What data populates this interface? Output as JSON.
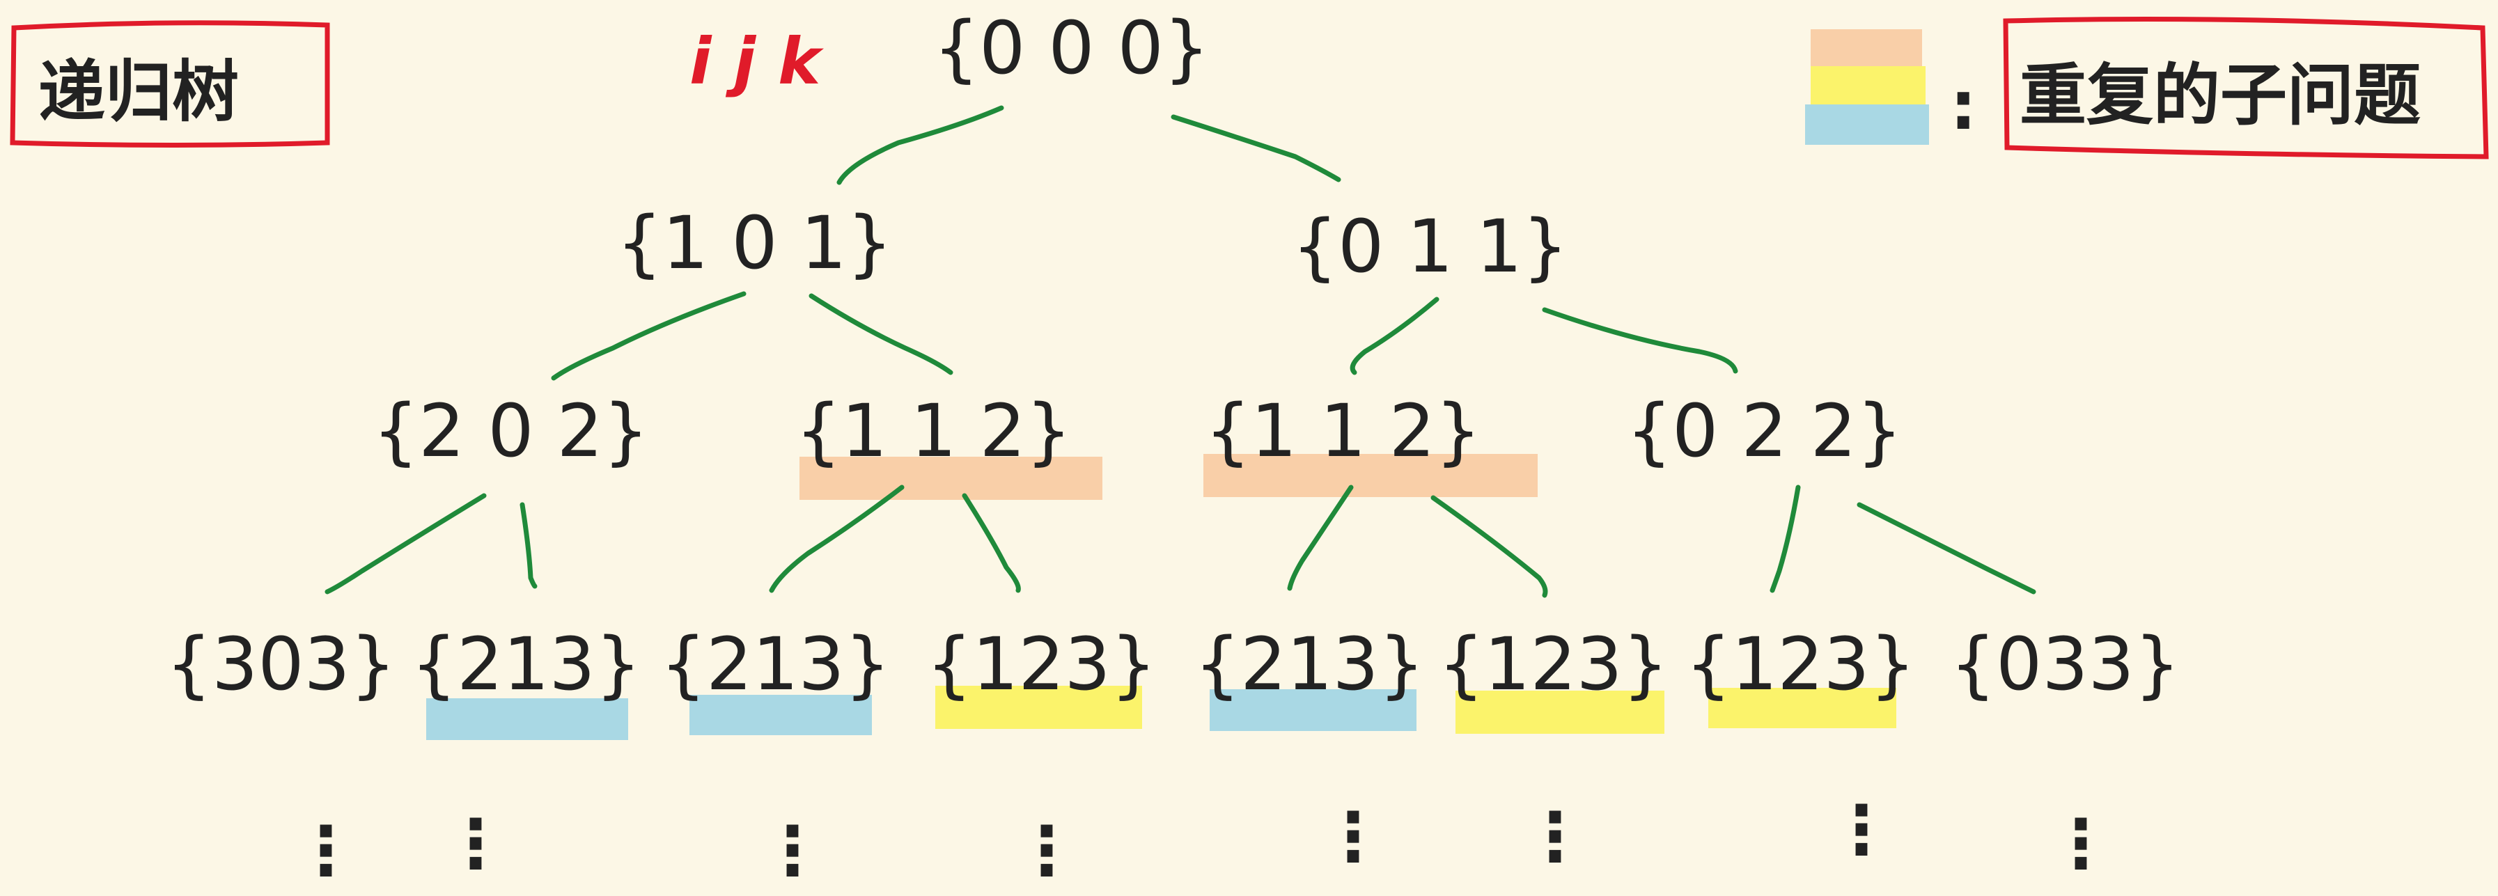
{
  "title": "递归树",
  "header_label": {
    "ijk": "i j k"
  },
  "legend": {
    "separator": ":",
    "label": "重复的子问题",
    "swatches": [
      "#f9cfa8",
      "#fbf36b",
      "#a9d8e4"
    ]
  },
  "colors": {
    "background": "#fcf7e6",
    "edge": "#1f8a3a",
    "box": "#e01b2a",
    "ijk": "#e01b2a",
    "text": "#222222"
  },
  "tree": {
    "root": "{0 0 0}",
    "level1": [
      "{1 0 1}",
      "{0 1 1}"
    ],
    "level2": [
      "{2 0 2}",
      "{1 1 2}",
      "{1 1 2}",
      "{0 2 2}"
    ],
    "level3": [
      "{303}",
      "{213}",
      "{213}",
      "{123}",
      "{213}",
      "{123}",
      "{123}",
      "{033}"
    ],
    "continuation": "⋮"
  },
  "highlights": {
    "level2": [
      "",
      "peach",
      "peach",
      ""
    ],
    "level3": [
      "",
      "blue",
      "blue",
      "yellow",
      "blue",
      "yellow",
      "yellow",
      ""
    ]
  }
}
